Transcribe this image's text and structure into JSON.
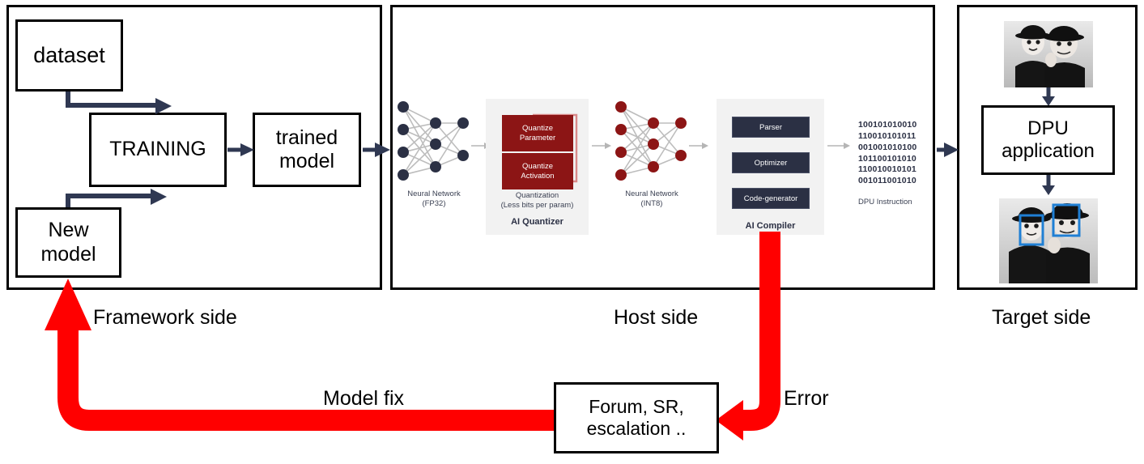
{
  "diagram": {
    "title": "Vitis AI flow: framework / host / target with error feedback loop",
    "colors": {
      "red_loop": "#FF0000",
      "box_border": "#000000",
      "connector_navy": "#2f3852",
      "dark_red": "#8c1515",
      "navy_chip": "#2b3044",
      "grey_card": "#f2f2f2",
      "face_box_blue": "#1f7fd4"
    }
  },
  "panels": [
    {
      "id": "framework",
      "caption": "Framework side"
    },
    {
      "id": "host",
      "caption": "Host side"
    },
    {
      "id": "target",
      "caption": "Target side"
    }
  ],
  "framework": {
    "boxes": {
      "dataset": "dataset",
      "training": "TRAINING",
      "trained": "trained\nmodel",
      "new": "New\nmodel"
    }
  },
  "host": {
    "neural_fp32": {
      "label": "Neural Network\n(FP32)",
      "layers": [
        4,
        3,
        2
      ],
      "node_color": "#2b3044"
    },
    "quantizer": {
      "blocks": [
        "Quantize\nParameter",
        "Quantize\nActivation"
      ],
      "caption": "Quantization\n(Less bits per param)",
      "title": "AI Quantizer"
    },
    "neural_int8": {
      "label": "Neural Network\n(INT8)",
      "layers": [
        4,
        3,
        2
      ],
      "node_color": "#8c1515"
    },
    "compiler": {
      "blocks": [
        "Parser",
        "Optimizer",
        "Code-generator"
      ],
      "title": "AI Compiler"
    },
    "dpu_instruction": {
      "lines": [
        "100101010010",
        "110010101011",
        "001001010100",
        "101100101010",
        "110010010101",
        "001011001010"
      ],
      "caption": "DPU Instruction"
    }
  },
  "target": {
    "input_image_alt": "two-men-photo",
    "box": "DPU\napplication",
    "output_image_alt": "two-men-photo-with-face-detection-boxes",
    "detected_faces": 2
  },
  "feedback_loop": {
    "model_fix_label": "Model fix",
    "error_label": "Error",
    "support_box": "Forum, SR,\nescalation .."
  }
}
